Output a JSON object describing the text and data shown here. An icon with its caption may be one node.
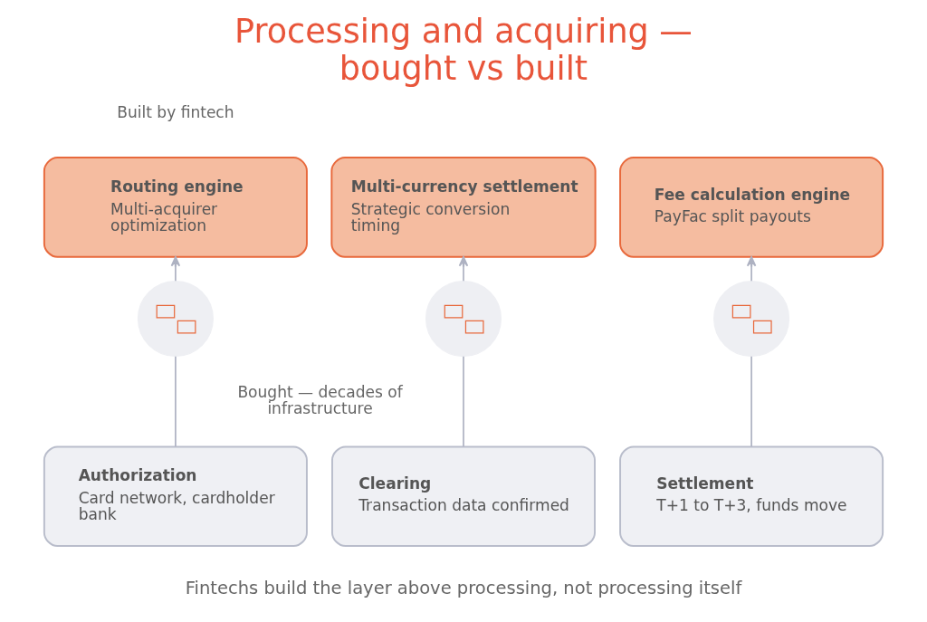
{
  "diagram": {
    "title": "Processing and acquiring — bought vs built",
    "caption": "Fintechs build the layer above processing, not processing itself",
    "nodes": [
      {
        "text": [
          "Routing engine",
          "Multi-acquirer optimization"
        ]
      },
      {
        "text": [
          "Multi-currency settlement",
          "Strategic conversion timing"
        ]
      },
      {
        "text": [
          "Fee calculation engine",
          "PayFac split payouts"
        ]
      },
      {
        "text": [],
        "shape": "picture"
      },
      {
        "text": [],
        "shape": "picture"
      },
      {
        "text": [],
        "shape": "picture"
      },
      {
        "text": [
          "Authorization",
          "Card network, cardholder bank"
        ]
      },
      {
        "text": [
          "Clearing",
          "Transaction data confirmed"
        ]
      },
      {
        "text": [
          "Settlement",
          "T+1 to T+3, funds move"
        ]
      }
    ],
    "edges": [
      {
        "from": 6,
        "to": 3,
        "arrow": "none"
      },
      {
        "from": 3,
        "to": 0,
        "arrow": "to"
      },
      {
        "from": 7,
        "to": 4,
        "arrow": "none"
      },
      {
        "from": 4,
        "to": 1,
        "arrow": "to"
      },
      {
        "from": 8,
        "to": 5,
        "arrow": "none"
      },
      {
        "from": 5,
        "to": 2,
        "arrow": "to"
      }
    ],
    "labels": [
      "Built by fintech",
      "Bought — decades of infrastructure"
    ]
  }
}
